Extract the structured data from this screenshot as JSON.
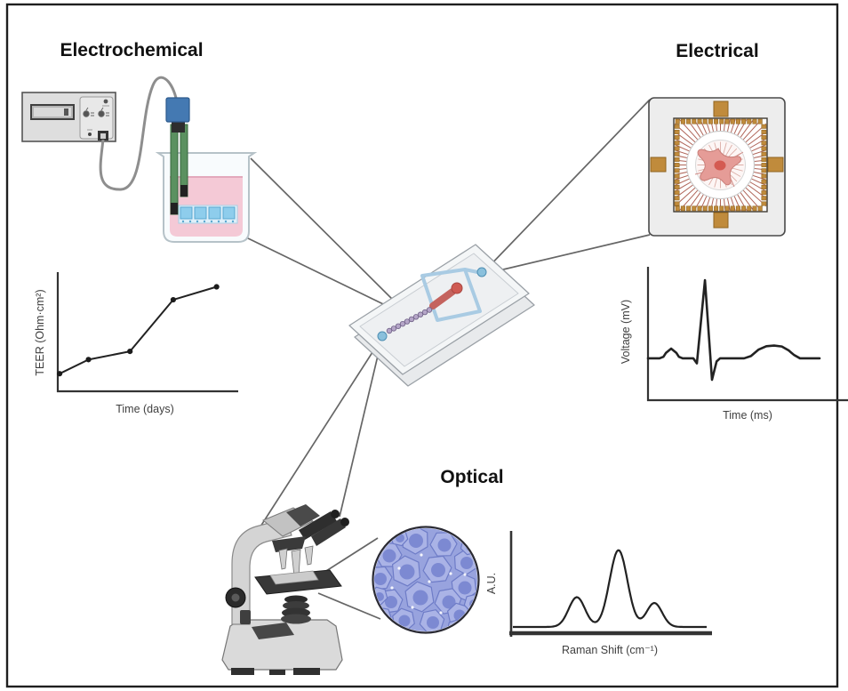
{
  "labels": {
    "electrochemical": "Electrochemical",
    "electrical": "Electrical",
    "optical": "Optical"
  },
  "chart_data": [
    {
      "id": "teer",
      "type": "line",
      "title": "TEER increase over culture time",
      "xlabel": "Time (days)",
      "ylabel": "TEER (Ohm·cm²)",
      "axis_tick_labels_shown": false,
      "x_norm": [
        0.01,
        0.17,
        0.4,
        0.64,
        0.88
      ],
      "y_norm": [
        0.15,
        0.27,
        0.34,
        0.78,
        0.89
      ],
      "markers": true
    },
    {
      "id": "voltage",
      "type": "line",
      "title": "Extracellular spike recording",
      "xlabel": "Time (ms)",
      "ylabel": "Voltage (mV)",
      "axis_tick_labels_shown": false,
      "points_norm": [
        [
          0.0,
          0.318
        ],
        [
          0.067,
          0.318
        ],
        [
          0.09,
          0.33
        ],
        [
          0.105,
          0.36
        ],
        [
          0.135,
          0.392
        ],
        [
          0.165,
          0.36
        ],
        [
          0.18,
          0.33
        ],
        [
          0.202,
          0.318
        ],
        [
          0.264,
          0.318
        ],
        [
          0.285,
          0.28
        ],
        [
          0.332,
          0.912
        ],
        [
          0.373,
          0.155
        ],
        [
          0.4,
          0.295
        ],
        [
          0.42,
          0.318
        ],
        [
          0.56,
          0.318
        ],
        [
          0.6,
          0.335
        ],
        [
          0.645,
          0.385
        ],
        [
          0.69,
          0.41
        ],
        [
          0.735,
          0.415
        ],
        [
          0.78,
          0.408
        ],
        [
          0.82,
          0.378
        ],
        [
          0.85,
          0.345
        ],
        [
          0.886,
          0.318
        ],
        [
          1.0,
          0.318
        ]
      ]
    },
    {
      "id": "raman",
      "type": "line",
      "title": "Raman spectrum",
      "xlabel": "Raman Shift (cm⁻¹)",
      "ylabel": "A.U.",
      "axis_tick_labels_shown": false,
      "peaks_norm": [
        {
          "center": 0.33,
          "height": 0.31,
          "sigma": 0.042
        },
        {
          "center": 0.545,
          "height": 0.8,
          "sigma": 0.046
        },
        {
          "center": 0.73,
          "height": 0.25,
          "sigma": 0.04
        }
      ]
    }
  ],
  "colors": {
    "figure_border": "#1f1f1f",
    "connector_line": "#666666",
    "chip_channel_blue": "#a9cbe3",
    "chip_channel_red": "#c4635e",
    "chip_port_blue": "#8ac0dc",
    "mea_gold": "#c08b3c",
    "mea_trace_red": "#a24a3c",
    "cell_purple": "#aab3e6",
    "cell_nucleus_purple": "#7c89d2",
    "liquid_pink": "#f4c9d6",
    "insert_blue": "#8ecdec",
    "electrode_green": "#4f8a57",
    "electrode_cap_blue": "#4479b2",
    "curve_black": "#222222"
  }
}
